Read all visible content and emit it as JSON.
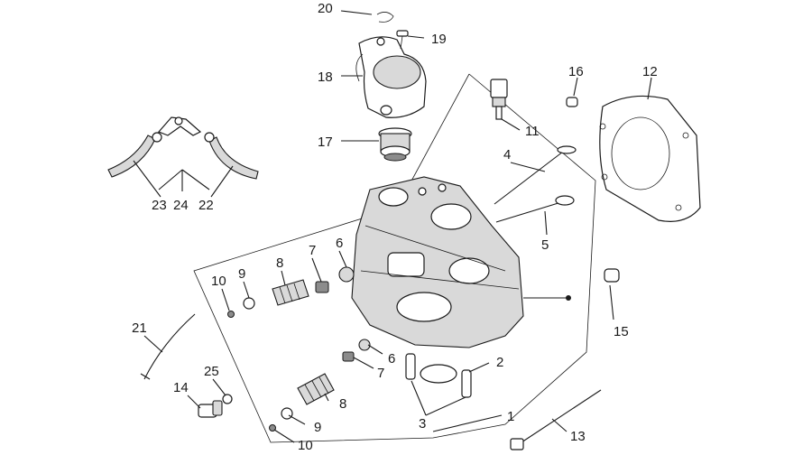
{
  "diagram": {
    "callouts": [
      {
        "id": "c20",
        "text": "20"
      },
      {
        "id": "c19",
        "text": "19"
      },
      {
        "id": "c18",
        "text": "18"
      },
      {
        "id": "c17",
        "text": "17"
      },
      {
        "id": "c16",
        "text": "16"
      },
      {
        "id": "c12",
        "text": "12"
      },
      {
        "id": "c11",
        "text": "11"
      },
      {
        "id": "c4",
        "text": "4"
      },
      {
        "id": "c5",
        "text": "5"
      },
      {
        "id": "c23",
        "text": "23"
      },
      {
        "id": "c24",
        "text": "24"
      },
      {
        "id": "c22",
        "text": "22"
      },
      {
        "id": "c7a",
        "text": "7"
      },
      {
        "id": "c6a",
        "text": "6"
      },
      {
        "id": "c8a",
        "text": "8"
      },
      {
        "id": "c9a",
        "text": "9"
      },
      {
        "id": "c10a",
        "text": "10"
      },
      {
        "id": "c15",
        "text": "15"
      },
      {
        "id": "c21",
        "text": "21"
      },
      {
        "id": "c25",
        "text": "25"
      },
      {
        "id": "c14",
        "text": "14"
      },
      {
        "id": "c6b",
        "text": "6"
      },
      {
        "id": "c7b",
        "text": "7"
      },
      {
        "id": "c2",
        "text": "2"
      },
      {
        "id": "c8b",
        "text": "8"
      },
      {
        "id": "c9b",
        "text": "9"
      },
      {
        "id": "c3",
        "text": "3"
      },
      {
        "id": "c1",
        "text": "1"
      },
      {
        "id": "c13",
        "text": "13"
      },
      {
        "id": "c10b",
        "text": "10"
      }
    ]
  }
}
